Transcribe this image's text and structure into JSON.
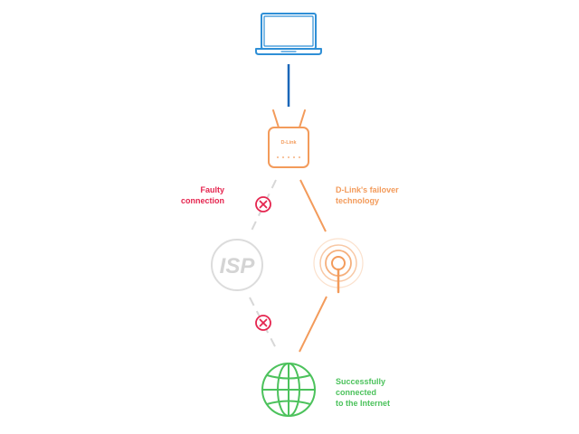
{
  "colors": {
    "laptop": "#2f8fd6",
    "uplink": "#1a66b8",
    "router": "#f39b5b",
    "faulty": "#e5254f",
    "isp": "#dcdcdc",
    "success": "#4cc25c"
  },
  "router": {
    "brand": "D-Link"
  },
  "isp": {
    "label": "ISP"
  },
  "labels": {
    "faulty": "Faulty\nconnection",
    "failover": "D-Link's failover\ntechnology",
    "success": "Successfully\nconnected\nto the Internet"
  },
  "icons": [
    "laptop-icon",
    "router-icon",
    "isp-icon",
    "cellular-tower-icon",
    "globe-icon",
    "error-x-icon"
  ]
}
